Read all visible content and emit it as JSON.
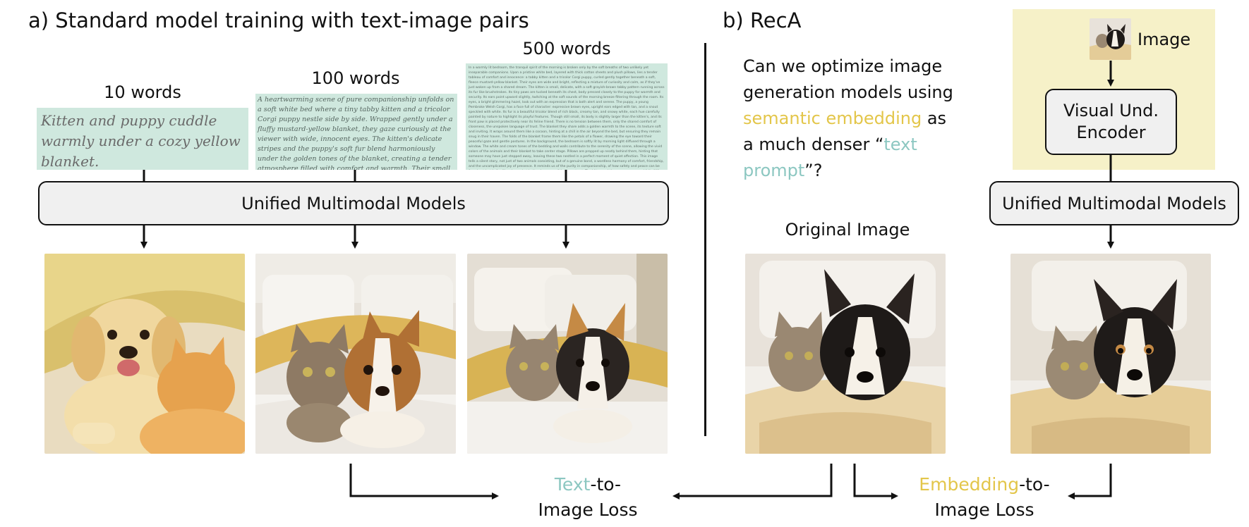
{
  "panel_a": {
    "title": "a)  Standard model training with text-image pairs",
    "prompts": [
      {
        "label": "10 words",
        "text": "Kitten and puppy cuddle warmly under a cozy yellow blanket."
      },
      {
        "label": "100 words",
        "text": "A heartwarming scene of pure companionship unfolds on a soft white bed where a tiny tabby kitten and a tricolor Corgi puppy nestle side by side. Wrapped gently under a fluffy mustard-yellow blanket, they gaze curiously at the viewer with wide, innocent eyes. The kitten's delicate stripes and the puppy's soft fur blend harmoniously under the golden tones of the blanket, creating a tender atmosphere filled with comfort and warmth. Their small heads rest close, touching lightly, as if they've found solace in each other's presence. The peaceful bedroom backdrop adds a serene touch to this moment of affection."
      },
      {
        "label": "500 words",
        "text": "In a warmly lit bedroom, the tranquil spirit of the morning is broken only by the soft breaths of two unlikely yet inseparable companions. Upon a pristine white bed, layered with thick cotton sheets and plush pillows, lies a tender tableau of comfort and innocence: a tabby kitten and a tricolor Corgi puppy, curled gently together beneath a soft, fleece mustard-yellow blanket. Their eyes are wide and bright, reflecting a mixture of curiosity and calm, as if they've just woken up from a shared dream. The kitten is small, delicate, with a soft grayish-brown tabby pattern running across its fur like brushstrokes. Its tiny paws are tucked beneath its chest, body pressed closely to the puppy for warmth and security. Its ears point upward slightly, twitching at the soft sounds of the morning breeze filtering through the room. Its eyes, a bright glimmering hazel, look out with an expression that is both alert and serene. The puppy, a young Pembroke Welsh Corgi, has a face full of character: expressive brown eyes, upright ears edged with tan, and a snout speckled with white. Its fur is a beautiful tricolor blend of rich black, creamy tan, and snowy white, each hue carefully painted by nature to highlight its playful features. Though still small, its body is slightly larger than the kitten's, and its front paw is placed protectively near its feline friend. There is no tension between them, only the shared comfort of closeness, the unspoken language of trust. The blanket they share adds a golden warmth to the scene, its texture soft and inviting. It wraps around them like a cocoon, hinting at a chill in the air beyond the bed, but ensuring they remain snug in their haven. The folds of the blanket frame them like the petals of a flower, drawing the eye toward their peaceful gaze and gentle postures. In the background, the bedroom is softly lit by morning light diffused through a window. The white and cream tones of the bedding and walls contribute to the serenity of the scene, allowing the vivid colors of the animals and their blanket to take center stage. Pillows are propped up neatly behind them, hinting that someone may have just stepped away, leaving these two nestled in a perfect moment of quiet affection. This image tells a silent story, not just of two animals coexisting, but of a genuine bond, a wordless harmony of comfort, friendship, and the uncomplicated joy of presence. It reminds us of the purity in companionship, of how safety and peace can be found not just in familiar places, but in the closeness of those we trust. The kitten and the puppy young and full of life, are captured here in a fleeting, gentle stillness that speaks to the heart."
      }
    ],
    "model_label": "Unified Multimodal Models"
  },
  "panel_b": {
    "title": "b) RecA",
    "question_parts": {
      "p1": "Can we optimize image generation models using ",
      "semantic": "semantic embedding",
      "p2": " as a much denser “",
      "text_prompt": "text prompt",
      "p3": "”?"
    },
    "original_label": "Original Image",
    "image_label": "Image",
    "encoder_label": "Visual Und. Encoder",
    "model_label": "Unified Multimodal Models"
  },
  "losses": {
    "text_loss": {
      "highlight": "Text",
      "rest1": "-to-",
      "rest2": "Image Loss"
    },
    "embed_loss": {
      "highlight": "Embedding",
      "rest1": "-to-",
      "rest2": "Image Loss"
    }
  },
  "colors": {
    "mint": "#cfe8de",
    "highlight_yellow": "#e3c64a",
    "highlight_teal": "#8cc7c1",
    "panel_yellow": "#f6f1c8",
    "box_fill": "#f0f0f0"
  }
}
